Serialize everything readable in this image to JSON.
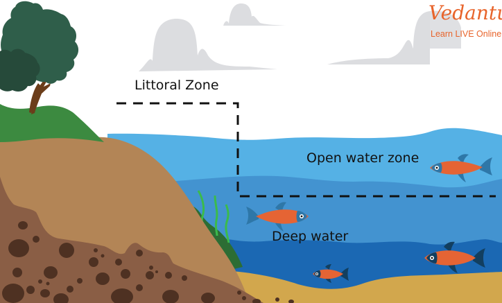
{
  "diagram": {
    "title": "Lake zones",
    "labels": {
      "littoral": "Littoral Zone",
      "open_water": "Open water zone",
      "deep_water": "Deep water"
    },
    "logo": {
      "brand": "Vedantu",
      "tagline": "Learn LIVE Online"
    },
    "colors": {
      "sky": "#ffffff",
      "cloud": "#dcdde0",
      "water_surface": "#55b1e5",
      "water_mid": "#4393d0",
      "water_deep": "#1b68b3",
      "sand": "#d2a74d",
      "soil_light": "#b38556",
      "soil_dark": "#8a5e45",
      "rocks": "#4e3122",
      "grass": "#3c8a40",
      "tree_light": "#2f5e4a",
      "tree_dark": "#264a3a",
      "trunk": "#6b3d1a",
      "weed": "#3bbb4b",
      "plant_dark": "#2c6d34",
      "fish_body": "#e56434",
      "fish_fin_light": "#2e77a8",
      "fish_fin_dark": "#123f60",
      "brand": "#e8642b",
      "dashed_line": "#111111"
    },
    "fish_count": 4
  }
}
